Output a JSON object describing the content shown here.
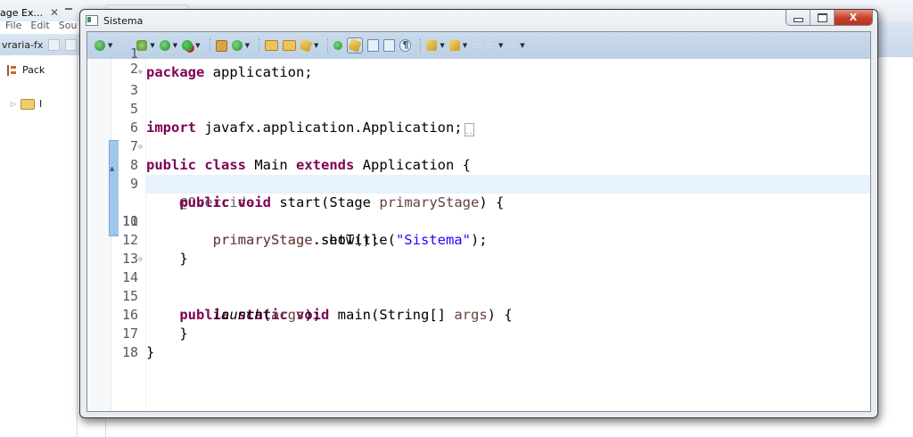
{
  "background_ide": {
    "package_explorer_tab": "age Ex...",
    "menu": [
      "File",
      "Edit",
      "Sou"
    ],
    "project_name": "vraria-fx",
    "sidebar_header": "Pack",
    "tree_item": "l"
  },
  "window": {
    "title": "Sistema",
    "controls": {
      "minimize": "minimize",
      "maximize": "maximize",
      "close": "X"
    }
  },
  "toolbar": {
    "icons": [
      "run-config-icon",
      "debug-icon",
      "run-icon",
      "external-tools-icon",
      "new-package-icon",
      "new-class-icon",
      "open-type-icon",
      "open-task-icon",
      "brush-icon",
      "annotation-icon",
      "mark-occurrences-icon",
      "block-selection-icon",
      "show-whitespace-icon",
      "next-annotation-icon",
      "previous-annotation-icon",
      "last-edit-icon",
      "back-icon",
      "forward-icon"
    ]
  },
  "editor": {
    "highlighted_line": 10,
    "lines": [
      {
        "num": "1",
        "tokens": [
          {
            "t": "package",
            "c": "kw"
          },
          {
            "t": " application;",
            "c": ""
          }
        ]
      },
      {
        "num": "2",
        "tokens": []
      },
      {
        "num": "3",
        "fold": "⊕",
        "tokens": [
          {
            "t": "import",
            "c": "kw"
          },
          {
            "t": " javafx.application.Application;",
            "c": ""
          }
        ]
      },
      {
        "num": "5",
        "tokens": []
      },
      {
        "num": "6",
        "tokens": []
      },
      {
        "num": "7",
        "tokens": [
          {
            "t": "public",
            "c": "kw"
          },
          {
            "t": " ",
            "c": ""
          },
          {
            "t": "class",
            "c": "kw"
          },
          {
            "t": " Main ",
            "c": ""
          },
          {
            "t": "extends",
            "c": "kw"
          },
          {
            "t": " Application {",
            "c": ""
          }
        ]
      },
      {
        "num": "8",
        "fold": "⊖",
        "tokens": [
          {
            "t": "    ",
            "c": ""
          },
          {
            "t": "@Override",
            "c": "ann"
          }
        ]
      },
      {
        "num": "9",
        "tokens": [
          {
            "t": "    ",
            "c": ""
          },
          {
            "t": "public",
            "c": "kw"
          },
          {
            "t": " ",
            "c": ""
          },
          {
            "t": "void",
            "c": "kw"
          },
          {
            "t": " start(Stage ",
            "c": ""
          },
          {
            "t": "primaryStage",
            "c": "var"
          },
          {
            "t": ") {",
            "c": ""
          }
        ]
      },
      {
        "num": "10",
        "tokens": [
          {
            "t": "        ",
            "c": ""
          },
          {
            "t": "primaryStage",
            "c": "var"
          },
          {
            "t": ".setTitle(",
            "c": ""
          },
          {
            "t": "\"Sistema\"",
            "c": "str"
          },
          {
            "t": ");",
            "c": ""
          }
        ]
      },
      {
        "num": "11",
        "tokens": [
          {
            "t": "        ",
            "c": ""
          },
          {
            "t": "primaryStage",
            "c": "var"
          },
          {
            "t": ".show();",
            "c": ""
          }
        ]
      },
      {
        "num": "12",
        "tokens": [
          {
            "t": "    }",
            "c": ""
          }
        ]
      },
      {
        "num": "13",
        "tokens": []
      },
      {
        "num": "14",
        "fold": "⊖",
        "tokens": [
          {
            "t": "    ",
            "c": ""
          },
          {
            "t": "public",
            "c": "kw"
          },
          {
            "t": " ",
            "c": ""
          },
          {
            "t": "static",
            "c": "kw"
          },
          {
            "t": " ",
            "c": ""
          },
          {
            "t": "void",
            "c": "kw"
          },
          {
            "t": " main(String[] ",
            "c": ""
          },
          {
            "t": "args",
            "c": "var"
          },
          {
            "t": ") {",
            "c": ""
          }
        ]
      },
      {
        "num": "15",
        "tokens": [
          {
            "t": "        ",
            "c": ""
          },
          {
            "t": "launch",
            "c": "it"
          },
          {
            "t": "(",
            "c": ""
          },
          {
            "t": "args",
            "c": "var"
          },
          {
            "t": ");",
            "c": ""
          }
        ]
      },
      {
        "num": "16",
        "tokens": [
          {
            "t": "    }",
            "c": ""
          }
        ]
      },
      {
        "num": "17",
        "tokens": [
          {
            "t": "}",
            "c": ""
          }
        ]
      },
      {
        "num": "18",
        "tokens": []
      }
    ]
  },
  "colors": {
    "keyword": "#7f0055",
    "string": "#2a00ff",
    "annotation": "#646464",
    "variable": "#6a3e3e",
    "current_line": "#e8f2fe",
    "close_button": "#c6402a",
    "toolbar_bg": "#c9daea"
  }
}
